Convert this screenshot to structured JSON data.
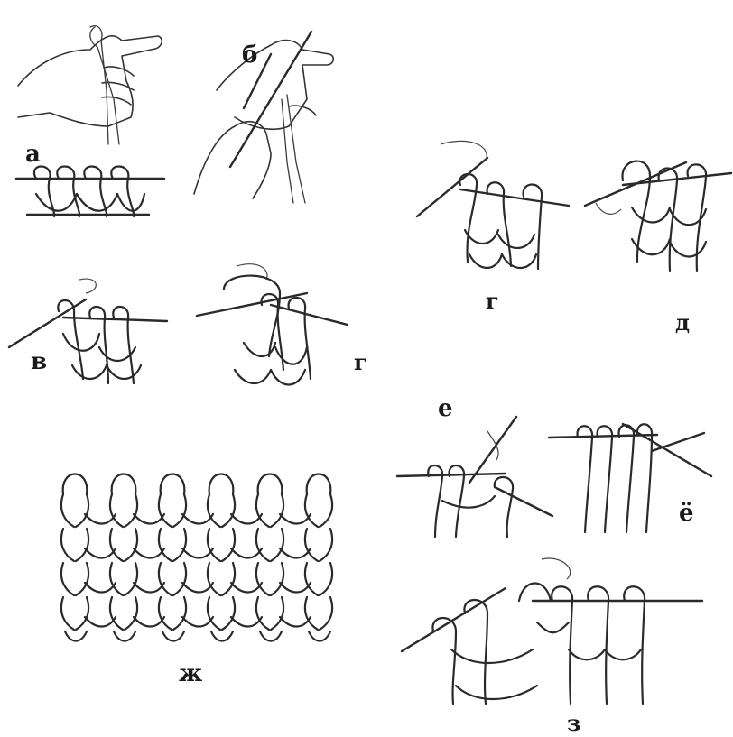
{
  "labels": {
    "a": "а",
    "b": "б",
    "v": "в",
    "g1": "г",
    "g2": "г",
    "d": "д",
    "e": "е",
    "yo": "ё",
    "zh": "ж",
    "z": "з"
  }
}
